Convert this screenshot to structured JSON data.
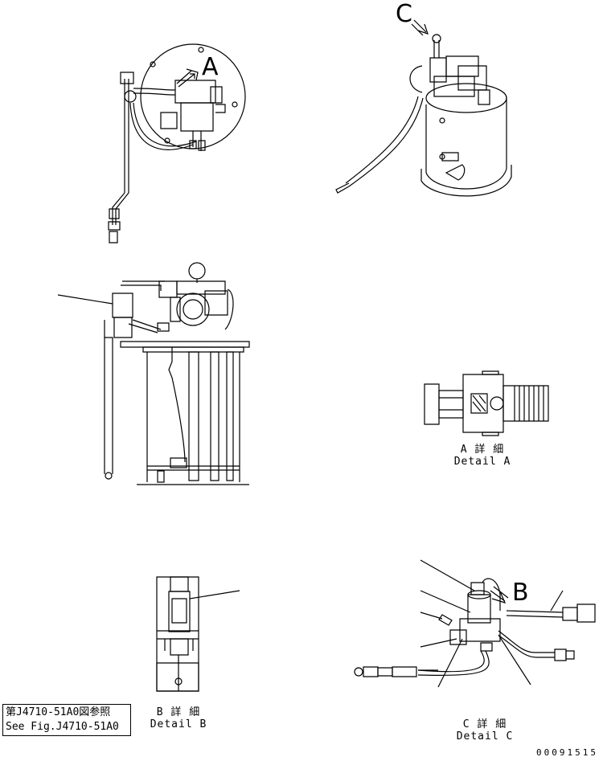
{
  "detail_a": {
    "line1": "A 詳 細",
    "line2": "Detail A"
  },
  "detail_b": {
    "line1": "B 詳 細",
    "line2": "Detail B"
  },
  "detail_c": {
    "line1": "C 詳 細",
    "line2": "Detail C"
  },
  "view_letters": {
    "a": "A",
    "b": "B",
    "c": "C"
  },
  "reference": {
    "jp": "第J4710-51A0図参照",
    "en": "See Fig.J4710-51A0"
  },
  "drawing_number": "00091515"
}
